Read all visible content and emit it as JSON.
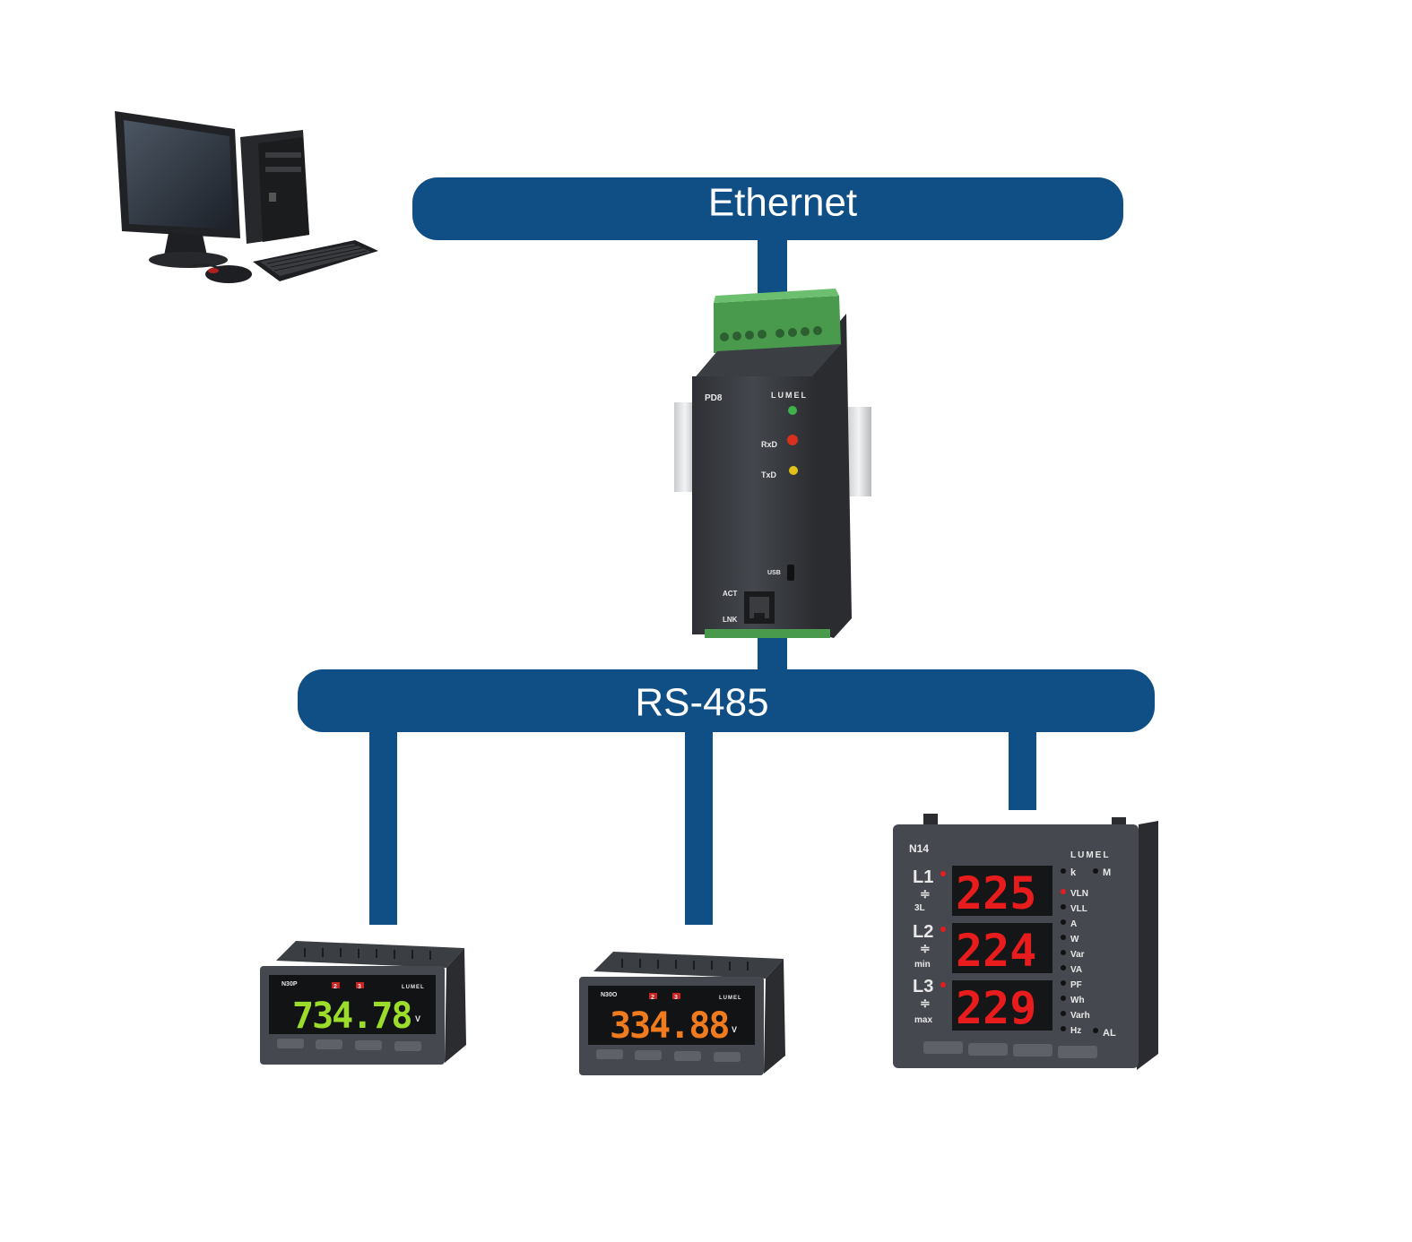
{
  "buses": {
    "ethernet": {
      "label": "Ethernet"
    },
    "rs485": {
      "label": "RS-485"
    }
  },
  "converter": {
    "model": "PD8",
    "brand": "LUMEL",
    "leds": {
      "rx": "RxD",
      "tx": "TxD"
    },
    "usb": "USB",
    "act": "ACT",
    "lnk": "LNK"
  },
  "meter1": {
    "model": "N30P",
    "brand": "LUMEL",
    "alarm1": "2",
    "alarm2": "3",
    "reading": "734.78",
    "unit": "V"
  },
  "meter2": {
    "model": "N30O",
    "brand": "LUMEL",
    "alarm1": "2",
    "alarm2": "3",
    "reading": "334.88",
    "unit": "V"
  },
  "meter3": {
    "model": "N14",
    "brand": "LUMEL",
    "rows": [
      {
        "phase": "L1",
        "sub": "3L",
        "value": "225"
      },
      {
        "phase": "L2",
        "sub": "min",
        "value": "224"
      },
      {
        "phase": "L3",
        "sub": "max",
        "value": "229"
      }
    ],
    "top_k": "k",
    "top_m": "M",
    "units": [
      "VLN",
      "VLL",
      "A",
      "W",
      "Var",
      "VA",
      "PF",
      "Wh",
      "Varh",
      "Hz"
    ],
    "al": "AL"
  },
  "colors": {
    "bus": "#0f4f86",
    "device_body": "#3a3d42",
    "terminal_green": "#4a9a4e",
    "seg_green": "#9cdc2a",
    "seg_orange": "#f07a1e",
    "seg_red": "#e81c1c"
  }
}
